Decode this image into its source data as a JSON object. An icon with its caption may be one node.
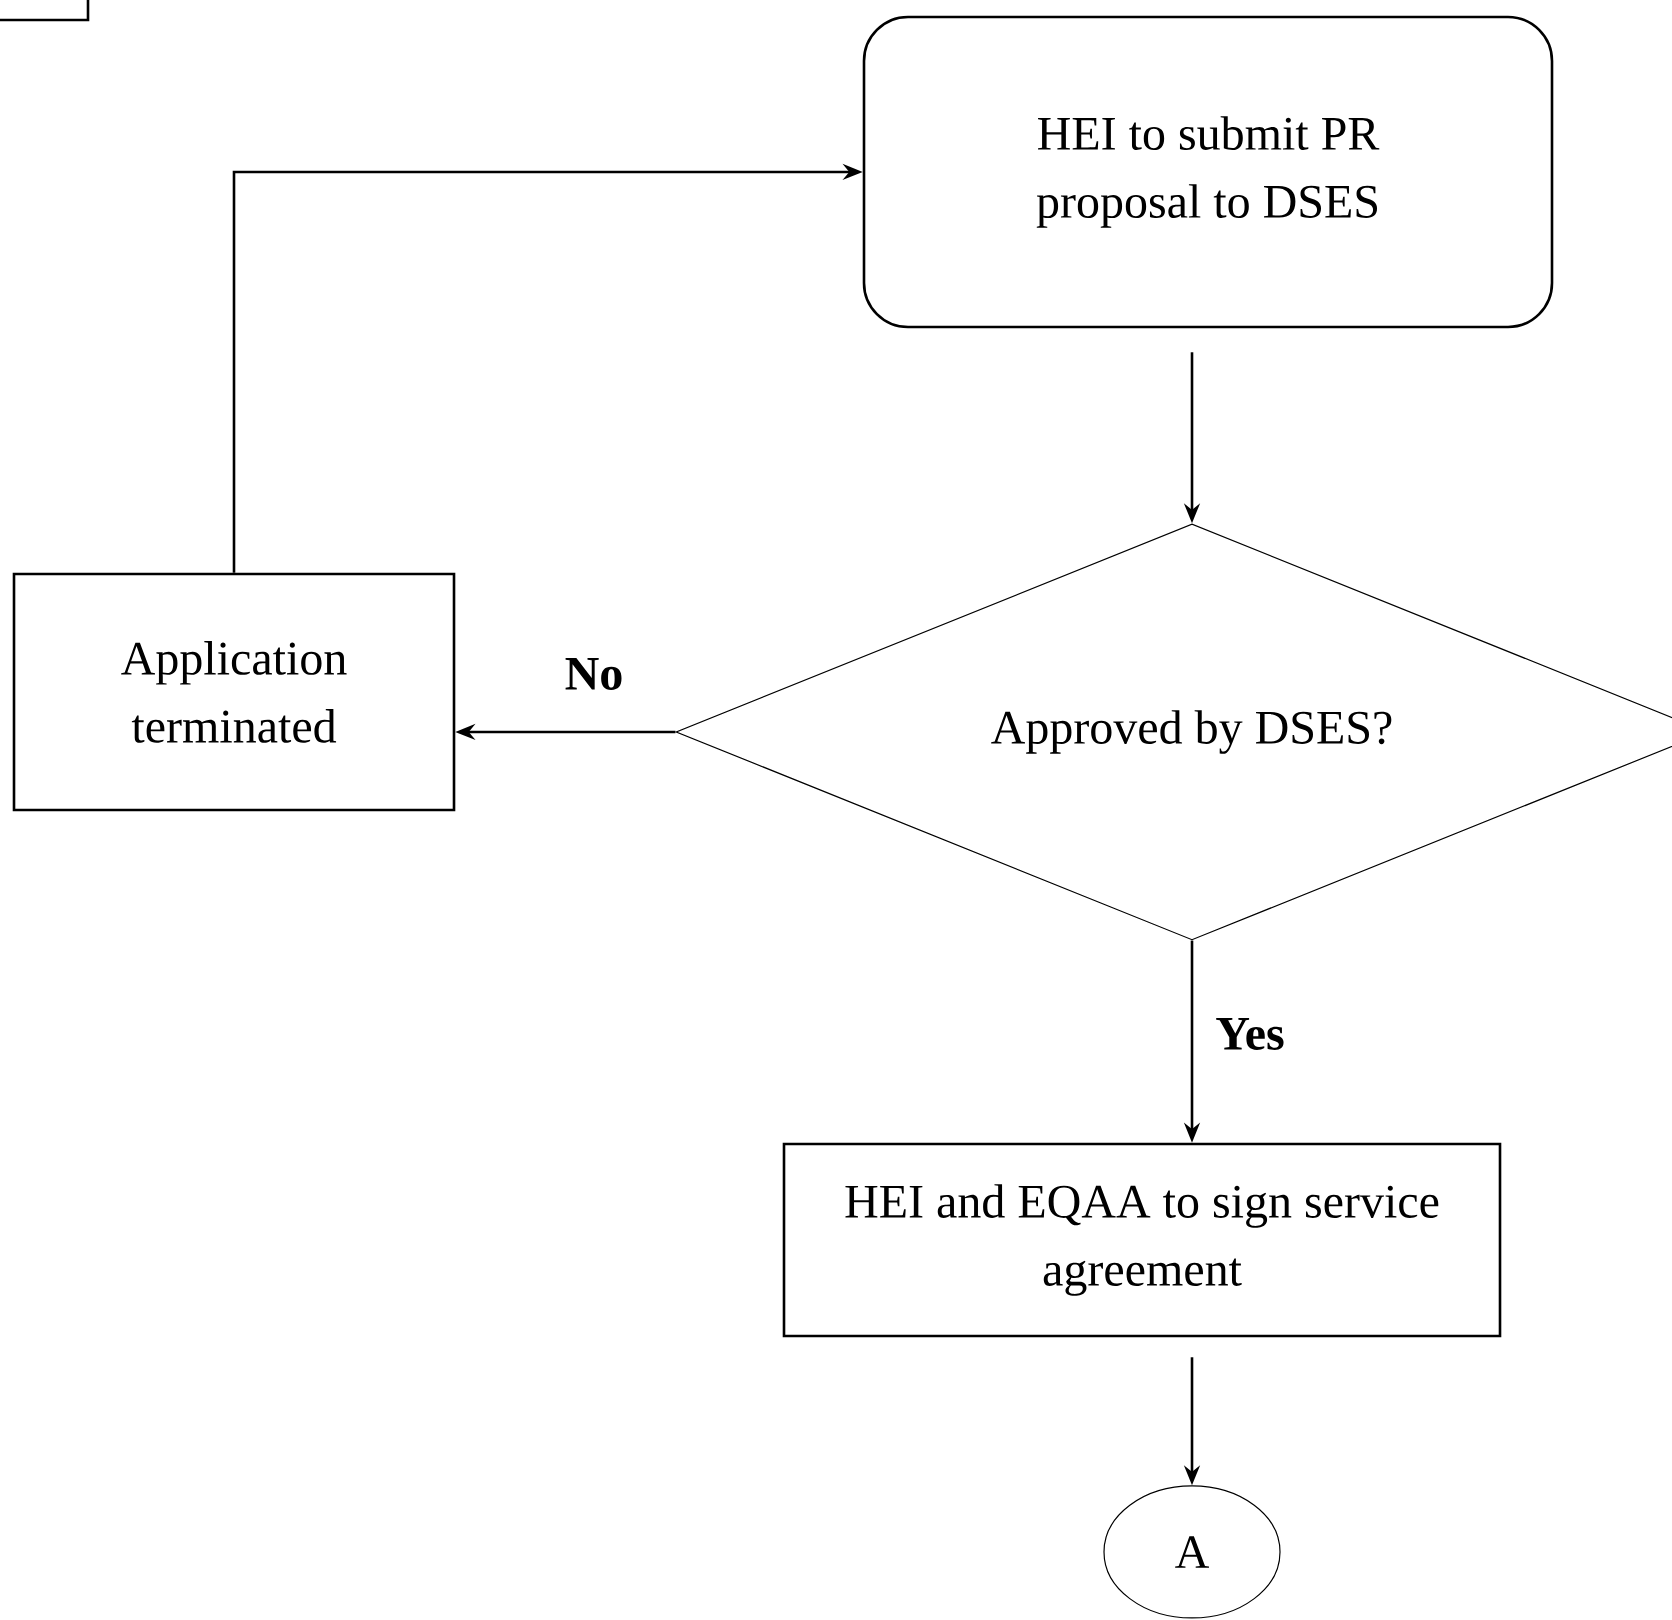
{
  "diagram": {
    "nodes": [
      {
        "text": [],
        "shape": "box"
      },
      {
        "text": [
          "HEI to submit PR proposal to DSES"
        ]
      },
      {
        "text": [
          "Approved by DSES?"
        ]
      },
      {
        "text": [
          "Application terminated"
        ]
      },
      {
        "text": [
          "HEI and EQAA to sign service agreement"
        ]
      },
      {
        "text": [
          "A"
        ]
      }
    ],
    "edges": [
      {
        "from": 1,
        "to": 2,
        "arrow": "to"
      },
      {
        "from": 2,
        "to": 3,
        "arrow": "to",
        "label": "No"
      },
      {
        "from": 2,
        "to": 4,
        "arrow": "to",
        "label": "Yes"
      },
      {
        "from": 4,
        "to": 5,
        "arrow": "to"
      },
      {
        "from": 3,
        "to": 1,
        "arrow": "to"
      }
    ]
  }
}
